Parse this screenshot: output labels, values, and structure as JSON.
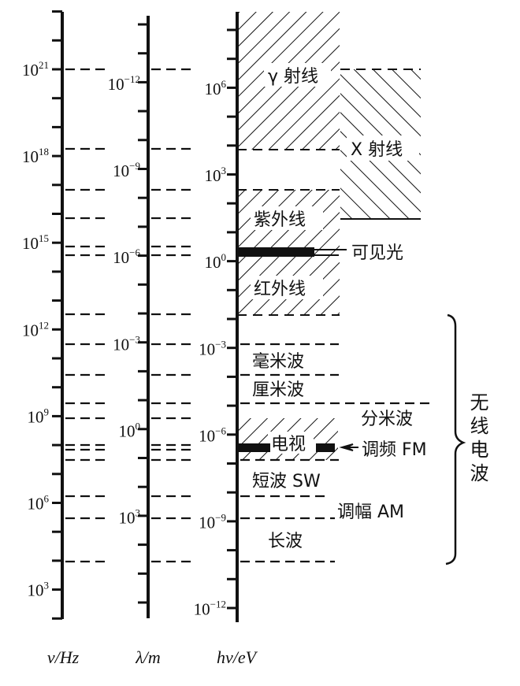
{
  "axes": [
    {
      "label": "ν/Hz",
      "tick_labels": [
        "21",
        "18",
        "15",
        "12",
        "9",
        "6",
        "3"
      ]
    },
    {
      "label": "λ/m",
      "tick_labels": [
        "−12",
        "−9",
        "−6",
        "−3",
        "0",
        "3"
      ]
    },
    {
      "label": "hν/eV",
      "tick_labels": [
        "6",
        "3",
        "0",
        "−3",
        "−6",
        "−9",
        "−12"
      ]
    }
  ],
  "tick_base": "10",
  "bands": {
    "gamma": "γ 射线",
    "xray": "X 射线",
    "uv": "紫外线",
    "visible": "可见光",
    "ir": "红外线",
    "mm": "毫米波",
    "cm": "厘米波",
    "dm": "分米波",
    "tv": "电视",
    "fm": "调频 FM",
    "sw": "短波 SW",
    "am": "调幅 AM",
    "long": "长波",
    "radio": "无线电波"
  },
  "colors": {
    "ink": "#111111",
    "background": "#ffffff"
  }
}
